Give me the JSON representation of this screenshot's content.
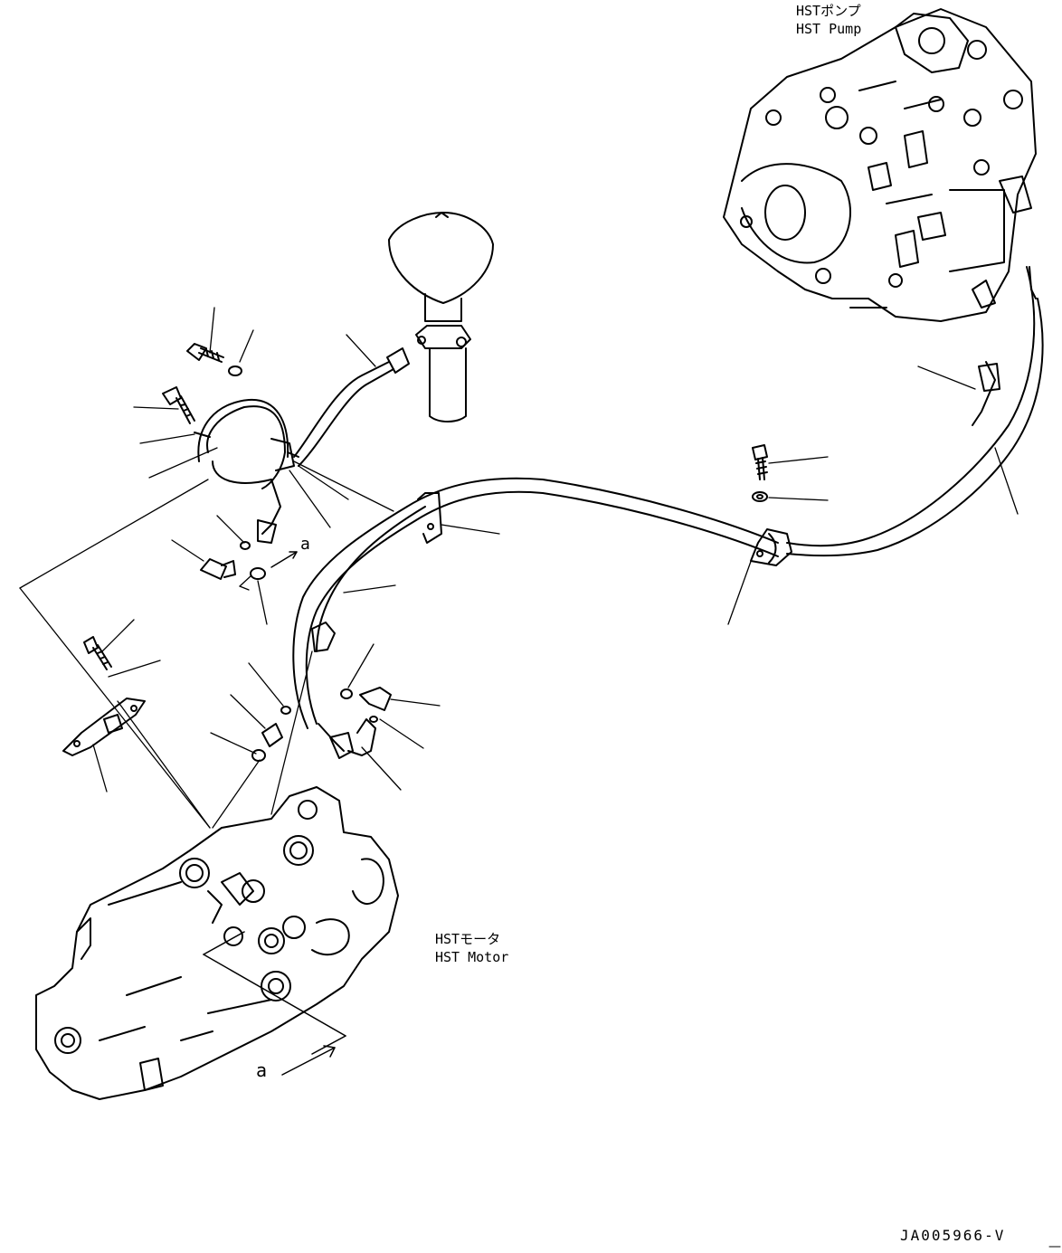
{
  "labels": {
    "pump_jp": "HSTポンプ",
    "pump_en": "HST Pump",
    "motor_jp": "HSTモータ",
    "motor_en": "HST Motor",
    "view_a_upper": "a",
    "view_a_lower": "a",
    "drawing_code": "JA005966-V"
  },
  "colors": {
    "line": "#000000",
    "background": "#ffffff"
  }
}
